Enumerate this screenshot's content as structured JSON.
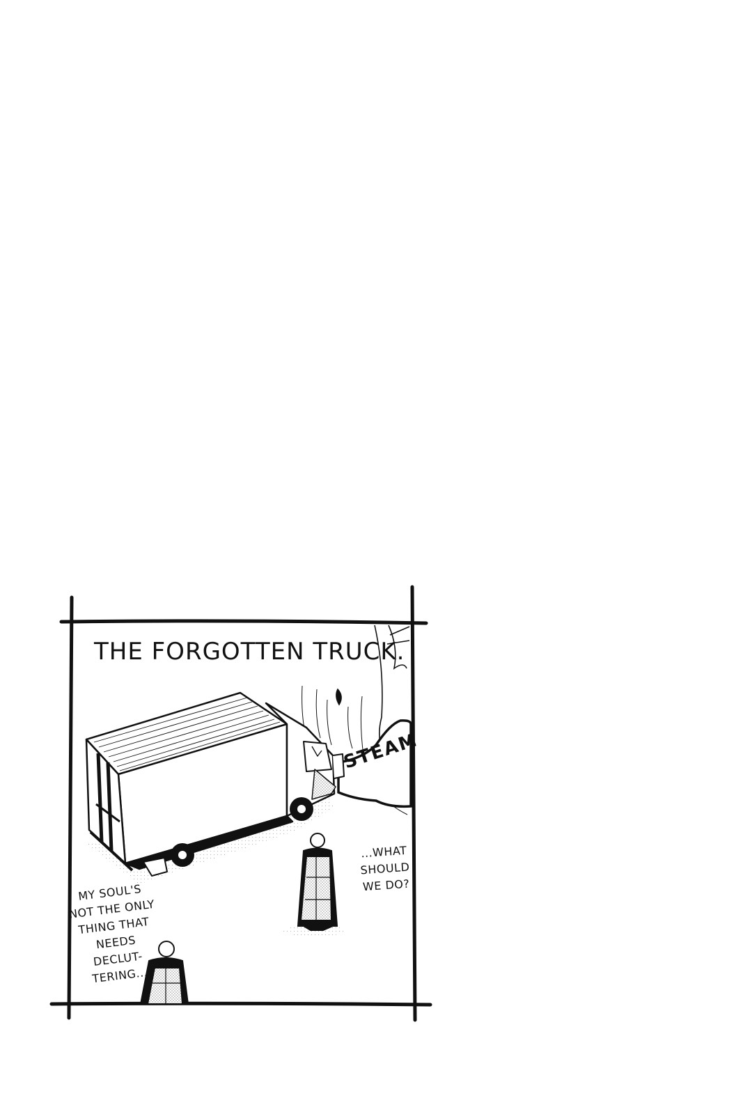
{
  "panel": {
    "caption": "THE FORGOTTEN TRUCK.",
    "sound_effect": "STEAM",
    "speech_right": [
      "...WHAT",
      "SHOULD",
      "WE DO?"
    ],
    "speech_left": [
      "MY SOUL'S",
      "NOT THE ONLY",
      "THING THAT",
      "NEEDS DECLUT-",
      "TERING..."
    ]
  },
  "colors": {
    "ink": "#111111",
    "paper": "#ffffff",
    "screentone": "#bdbdbd"
  }
}
